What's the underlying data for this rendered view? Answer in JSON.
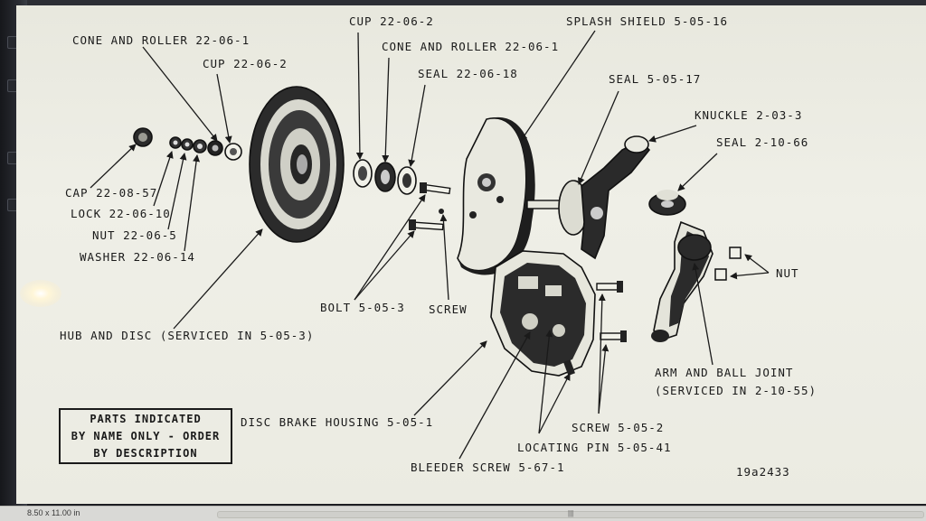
{
  "labels": {
    "cone_roller_left": "CONE AND ROLLER 22-06-1",
    "cup_left": "CUP 22-06-2",
    "cup_top": "CUP 22-06-2",
    "cone_roller_right": "CONE AND ROLLER 22-06-1",
    "seal_hub": "SEAL 22-06-18",
    "splash_shield": "SPLASH SHIELD 5-05-16",
    "seal_knuckle": "SEAL 5-05-17",
    "knuckle": "KNUCKLE 2-03-3",
    "seal_ball": "SEAL 2-10-66",
    "cap": "CAP 22-08-57",
    "lock": "LOCK 22-06-10",
    "nut_hub": "NUT 22-06-5",
    "washer": "WASHER 22-06-14",
    "nut_right": "NUT",
    "bolt": "BOLT 5-05-3",
    "screw_small": "SCREW",
    "hub_disc": "HUB AND DISC (SERVICED IN 5-05-3)",
    "arm_ball_1": "ARM AND BALL JOINT",
    "arm_ball_2": "(SERVICED IN 2-10-55)",
    "disc_brake_housing": "DISC BRAKE HOUSING 5-05-1",
    "screw_housing": "SCREW 5-05-2",
    "locating_pin": "LOCATING PIN 5-05-41",
    "bleeder_screw": "BLEEDER SCREW 5-67-1",
    "figure_id": "19a2433"
  },
  "notice": {
    "line1": "PARTS INDICATED",
    "line2": "BY NAME ONLY - ORDER",
    "line3": "BY DESCRIPTION"
  },
  "status": {
    "page_size": "8.50 x 11.00 in",
    "grip": "|||"
  }
}
